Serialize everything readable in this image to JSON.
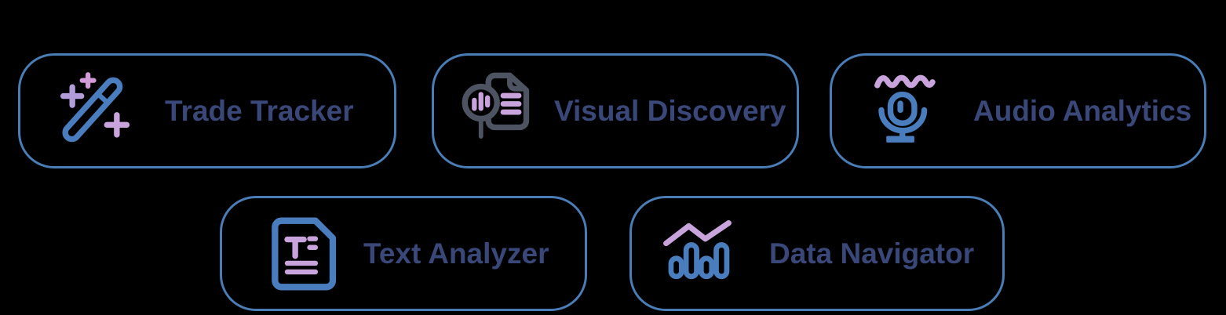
{
  "colors": {
    "page_bg": "#000000",
    "card_border": "#4a7cb5",
    "label_text": "#3a4879",
    "icon_blue": "#4a7dbd",
    "icon_slate": "#4d5360",
    "icon_purple": "#c9a3dc",
    "icon_pink": "#d29ad6",
    "icon_periwinkle": "#b29cd9"
  },
  "cards": [
    {
      "label": "Trade Tracker",
      "icon": "magic-wand-icon"
    },
    {
      "label": "Visual Discovery",
      "icon": "document-search-icon"
    },
    {
      "label": "Audio Analytics",
      "icon": "microphone-wave-icon"
    },
    {
      "label": "Text Analyzer",
      "icon": "text-document-icon"
    },
    {
      "label": "Data Navigator",
      "icon": "trend-chart-icon"
    }
  ]
}
